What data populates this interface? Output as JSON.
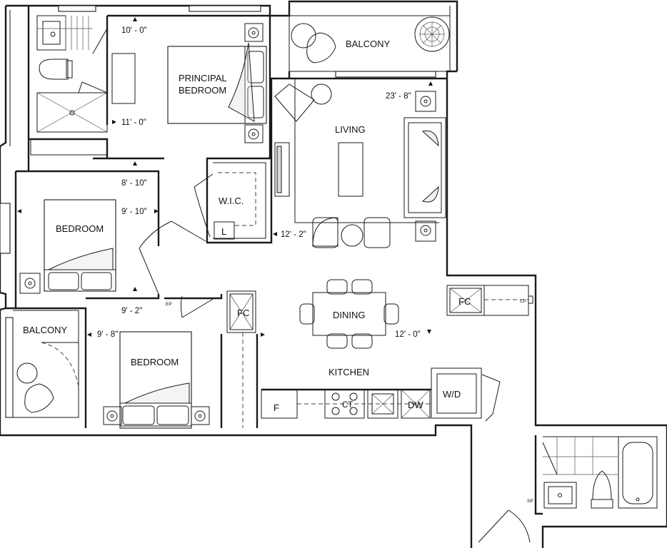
{
  "rooms": {
    "principal_bedroom": [
      "PRINCIPAL",
      "BEDROOM"
    ],
    "living": "LIVING",
    "balcony_top": "BALCONY",
    "wic": "W.I.C.",
    "linen": "L",
    "bedroom_2": "BEDROOM",
    "bedroom_3": "BEDROOM",
    "balcony_left": "BALCONY",
    "dining": "DINING",
    "kitchen": "KITCHEN",
    "laundry": "W/D",
    "fridge": "F",
    "cooktop": "CT",
    "dishwasher": "DW",
    "fan_coil_1": "FC",
    "fan_coil_2": "FC",
    "ep_tag": "EP",
    "cp_tag": "CP",
    "sp_tag": "SP"
  },
  "dimensions": {
    "principal_width": "10' - 0\"",
    "principal_depth": "11' - 0\"",
    "living_width": "23' - 8\"",
    "living_depth": "12' - 2\"",
    "bedroom2_width": "8' - 10\"",
    "bedroom2_depth": "9' - 10\"",
    "bedroom3_top": "9' - 2\"",
    "bedroom3_width": "9' - 8\"",
    "dining_depth": "12' - 0\""
  }
}
